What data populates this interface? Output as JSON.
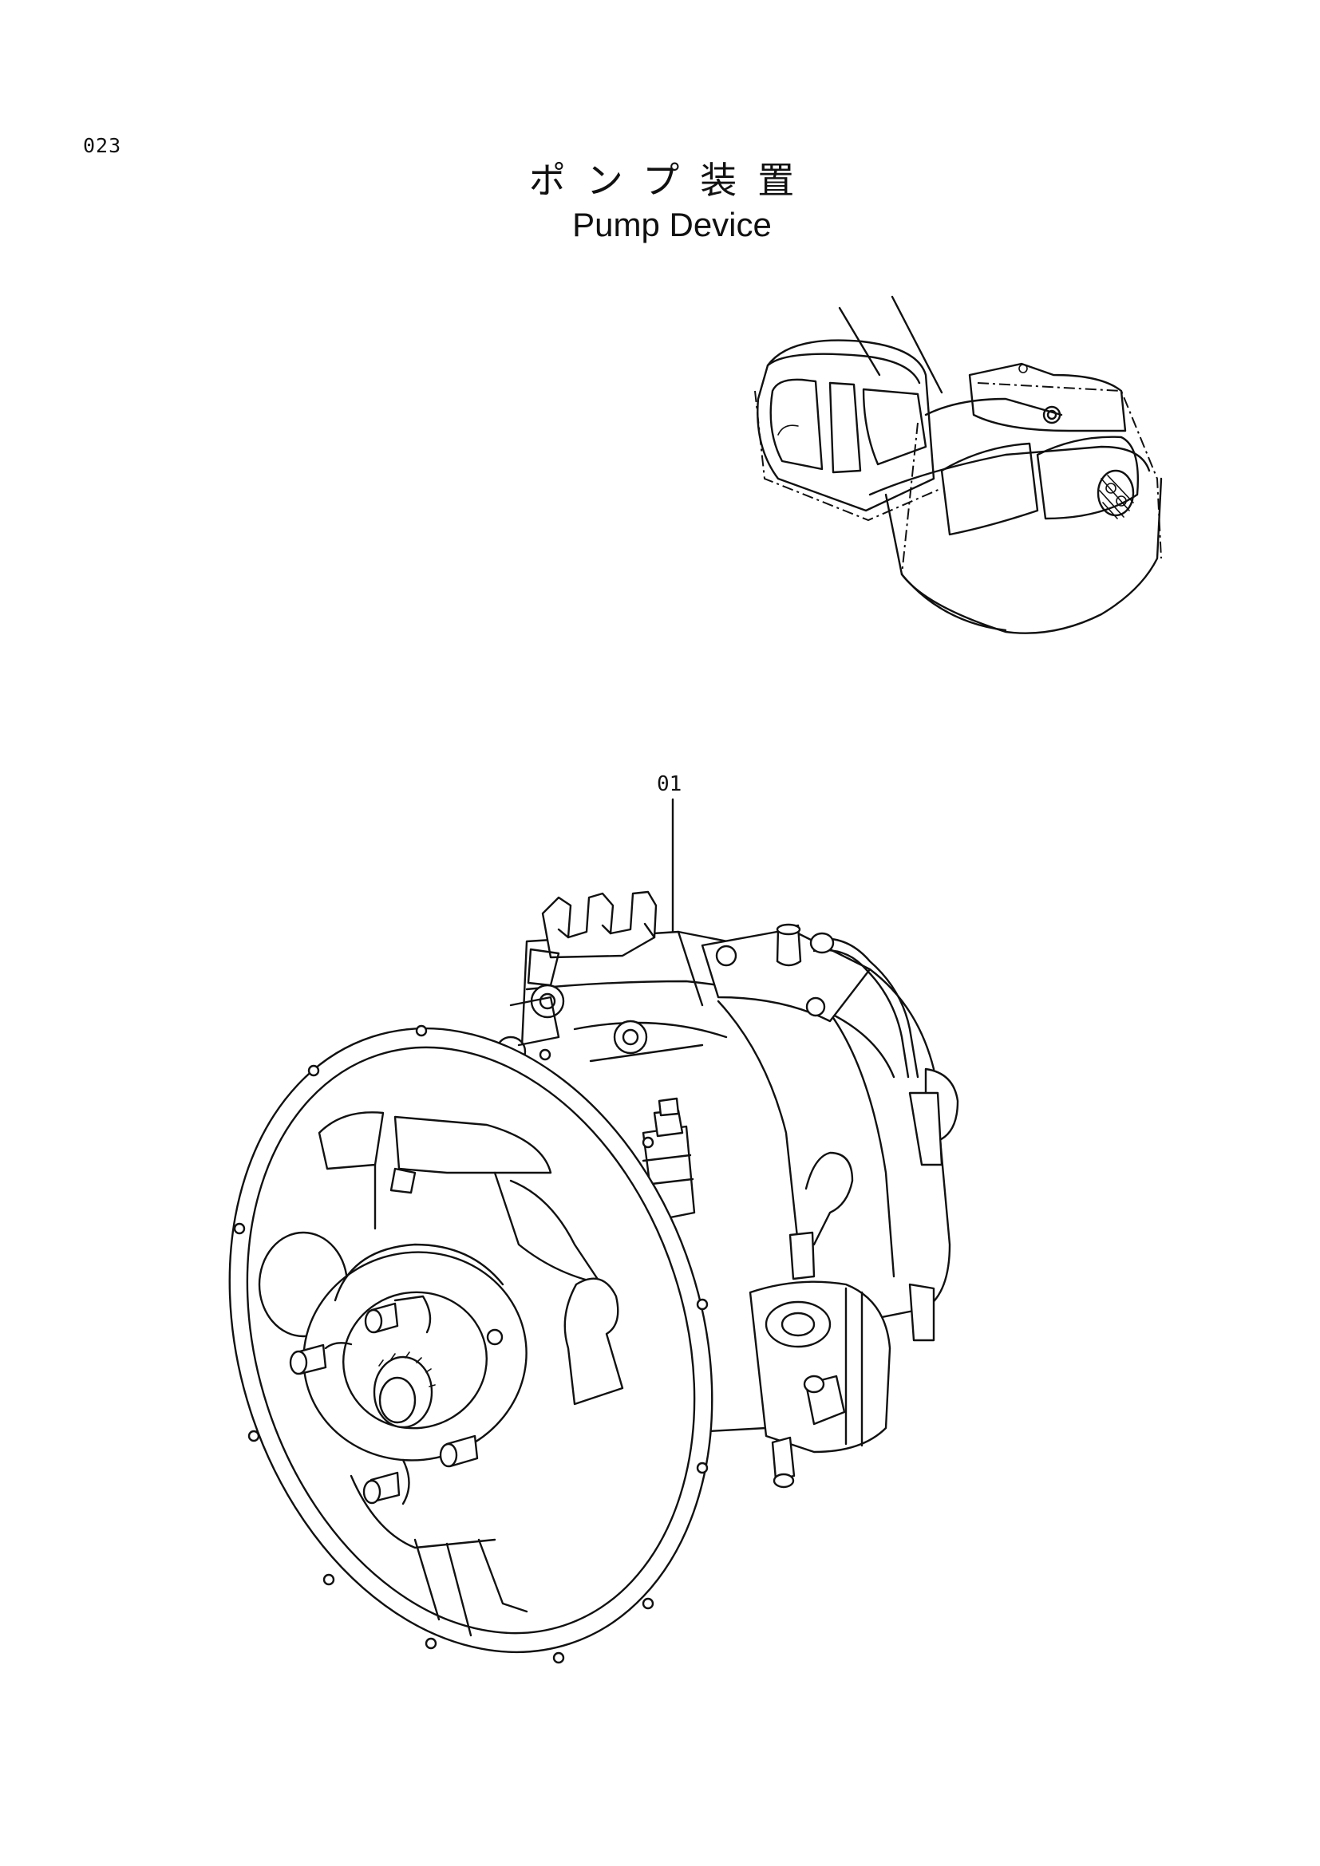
{
  "header": {
    "page_number": "023",
    "title_jp": "ポンプ装置",
    "title_en": "Pump Device"
  },
  "callouts": {
    "part_01": "01"
  }
}
